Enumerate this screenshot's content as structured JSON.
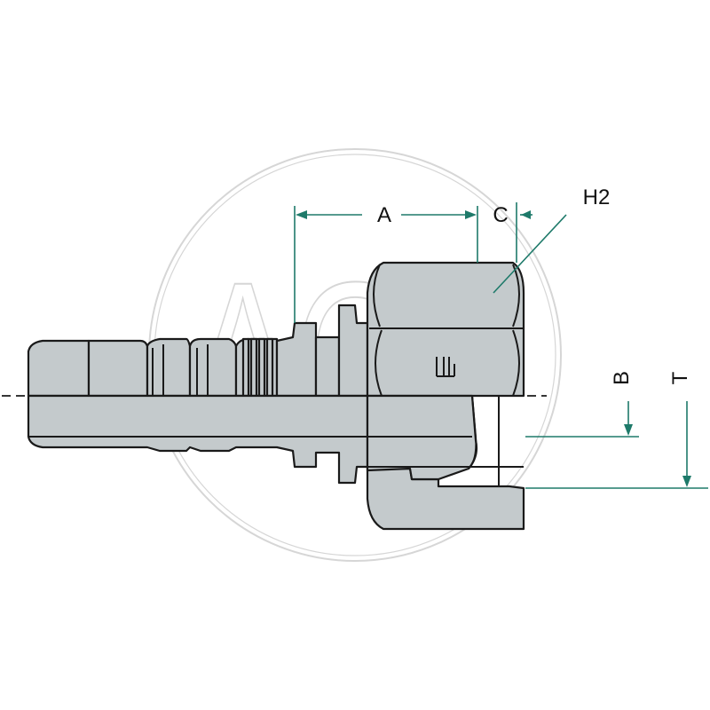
{
  "labels": {
    "A": "A",
    "C": "C",
    "H2": "H2",
    "B": "B",
    "T": "T"
  },
  "watermark": {
    "text": "AGP"
  },
  "colors": {
    "body_fill": "#c4cacc",
    "outline": "#1a1a1a",
    "dimension_lines": "#1e7a6a",
    "watermark": "#d6d6d6",
    "background": "#ffffff"
  }
}
